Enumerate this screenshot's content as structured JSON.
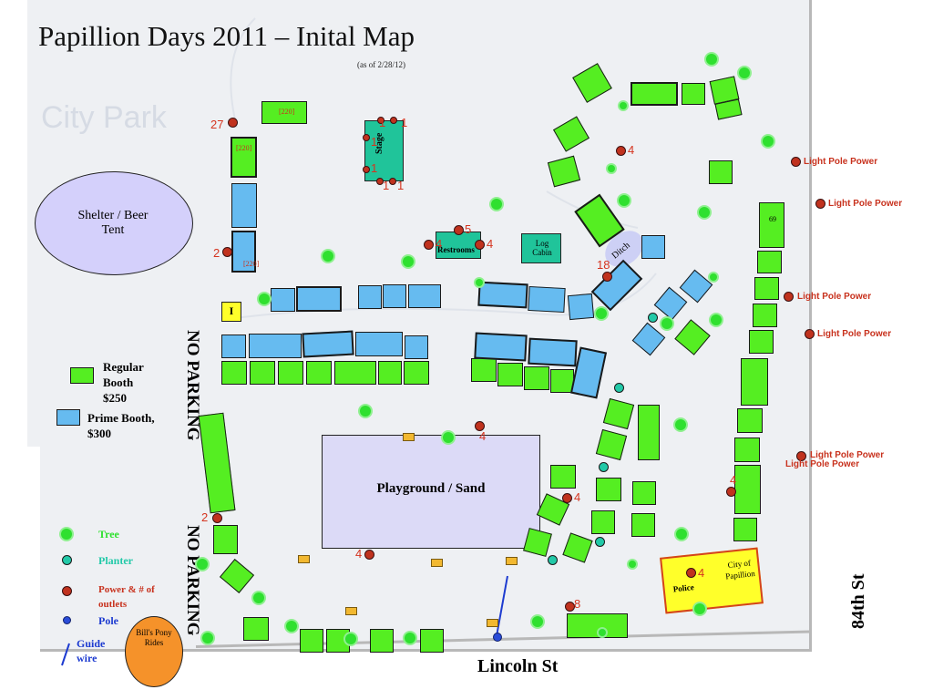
{
  "title": "Papillion Days 2011 – Inital Map",
  "subtitle": "(as of 2/28/12)",
  "labels": {
    "shelter": "Shelter / Beer Tent",
    "playground": "Playground / Sand",
    "stage": "Stage",
    "restrooms": "Restrooms",
    "log_cabin": "Log Cabin",
    "ditch": "Ditch",
    "info": "I",
    "booth_69": "69",
    "police": "Police",
    "city": "City of Papillion",
    "no_parking_1": "NO PARKING",
    "no_parking_2": "NO PARKING",
    "street_lincoln": "Lincoln St",
    "street_84th": "84th St",
    "ponies": "Bill's Pony Rides",
    "watermark": "City Park"
  },
  "booth_tags": {
    "a": "[220]",
    "b": "[220]",
    "c": "[220]"
  },
  "outlet_numbers": {
    "n27": "27",
    "n2a": "2",
    "n2b": "2",
    "n4a": "4",
    "n4b": "4",
    "n4c": "4",
    "n4d": "4",
    "n4e": "4",
    "n4f": "4",
    "n4g": "4",
    "n5": "5",
    "n18": "18",
    "n8": "8",
    "s1a": "1",
    "s1b": "1",
    "s1c": "1",
    "s1d": "1",
    "s1e": "1",
    "s1f": "1"
  },
  "light_pole_power": [
    "Light Pole Power",
    "Light Pole Power",
    "Light Pole Power",
    "Light Pole Power",
    "Light Pole Power",
    "Light Pole Power"
  ],
  "legend": {
    "regular_booth": "Regular Booth $250",
    "prime_booth": "Prime Booth, $300",
    "tree": "Tree",
    "planter": "Planter",
    "power": "Power & # of outlets",
    "pole": "Pole",
    "guide_wire": "Guide wire"
  },
  "colors": {
    "regular_booth": "#55ee22",
    "prime_booth": "#66bbf0",
    "shelter": "#d4d0fb",
    "playground": "#dcdaf7",
    "stage": "#20c49a",
    "power": "#c0321e",
    "tree": "#2fe02f",
    "police": "#ffff2a",
    "ponies": "#f5922a"
  },
  "icons": [
    "tree-icon",
    "planter-icon",
    "power-outlet-icon",
    "pole-icon",
    "guide-wire-icon"
  ]
}
